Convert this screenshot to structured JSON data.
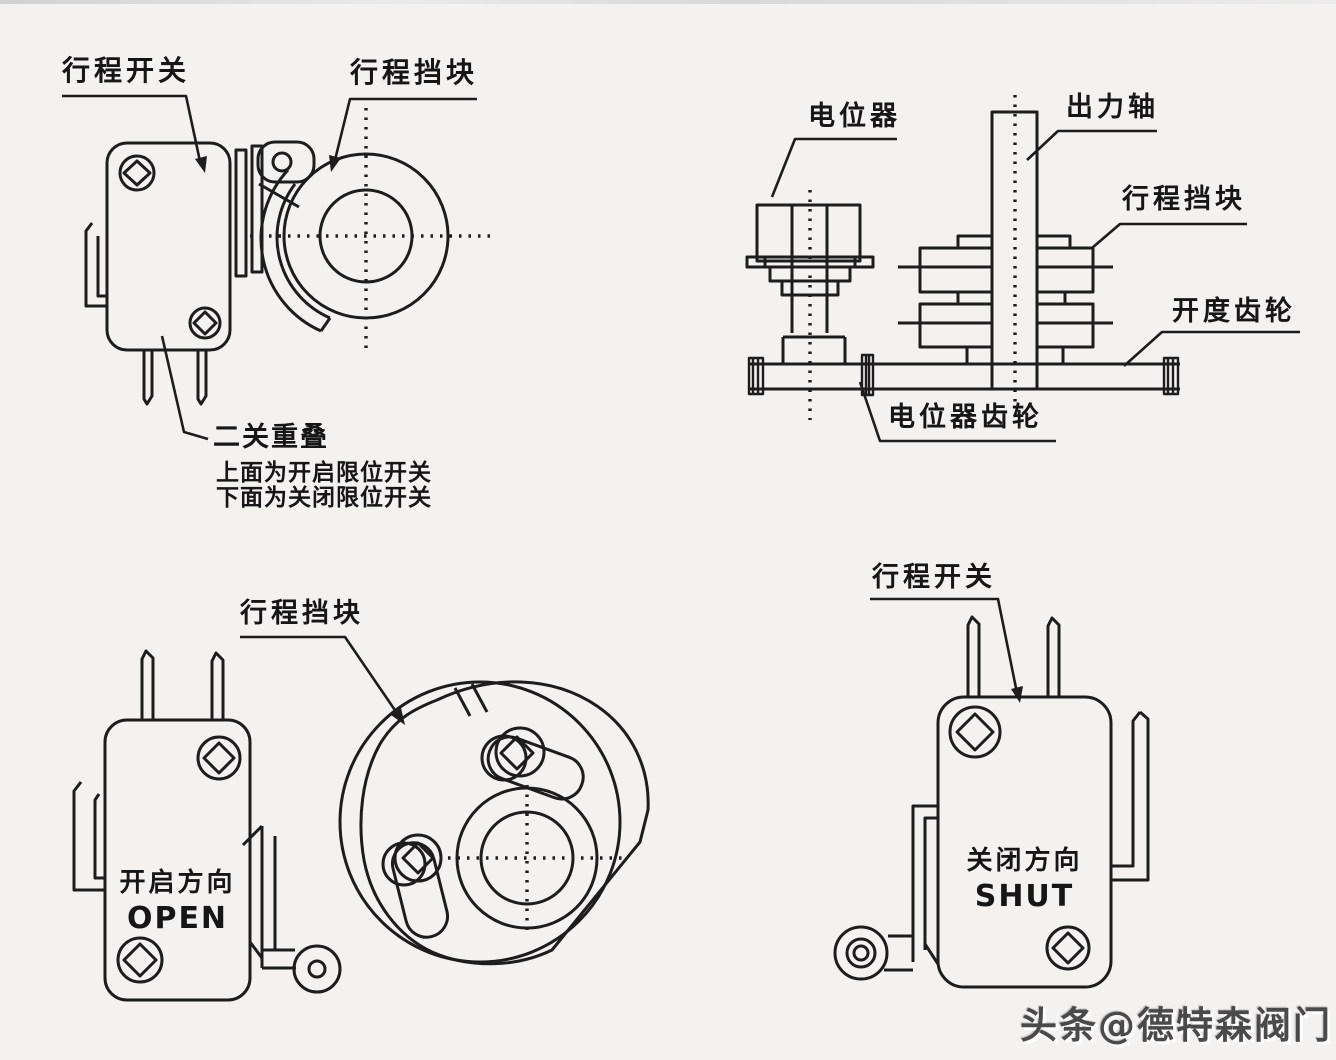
{
  "colors": {
    "background": "#f3f2f1",
    "line": "#1d1d1d",
    "text": "#161616",
    "watermark_text": "#4a4a4a"
  },
  "diagrams": {
    "top_left": {
      "travel_switch_label": "行程开关",
      "travel_block_label": "行程挡块",
      "overlap_title": "二关重叠",
      "overlap_note_1": "上面为开启限位开关",
      "overlap_note_2": "下面为关闭限位开关"
    },
    "top_right": {
      "potentiometer_label": "电位器",
      "output_shaft_label": "出力轴",
      "travel_block_label": "行程挡块",
      "opening_gear_label": "开度齿轮",
      "potentiometer_gear_label": "电位器齿轮"
    },
    "bottom_left": {
      "travel_block_label": "行程挡块",
      "direction_cn": "开启方向",
      "direction_en": "OPEN"
    },
    "bottom_right": {
      "travel_switch_label": "行程开关",
      "direction_cn": "关闭方向",
      "direction_en": "SHUT"
    }
  },
  "watermark": {
    "text": "头条@德特森阀门"
  }
}
